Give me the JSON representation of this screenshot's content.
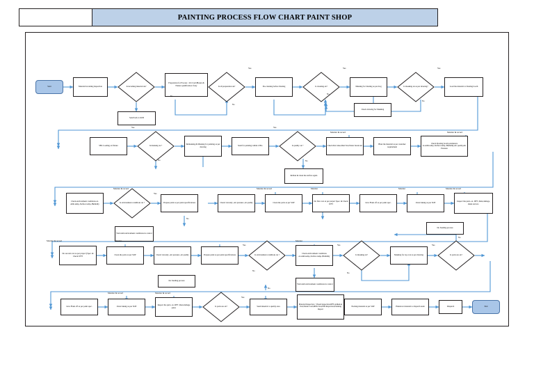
{
  "header": {
    "left_box": "",
    "title": "PAINTING PROCESS FLOW CHART PAINT SHOP"
  },
  "colors": {
    "title_bar": "#bdd1e8",
    "terminator_fill": "#a9c6e8",
    "terminator_border": "#4a74a8",
    "node_border": "#231f20",
    "connector": "#4f96d4",
    "page_border": "#231f20"
  },
  "chart_data": {
    "type": "flowchart",
    "title": "PAINTING PROCESS FLOW CHART PAINT SHOP",
    "nodes": [
      {
        "id": "n1",
        "shape": "terminator",
        "text": "Start"
      },
      {
        "id": "n2",
        "shape": "process",
        "text": "Material incoming inspection"
      },
      {
        "id": "n3",
        "shape": "decision",
        "text": "Is incoming material ok?"
      },
      {
        "id": "n4",
        "shape": "process",
        "text": "Send back to R/M"
      },
      {
        "id": "n5",
        "shape": "process",
        "text": "Preparation for Process : Job Card,Blaster & Painter qualification if any"
      },
      {
        "id": "n6",
        "shape": "decision",
        "text": "Is all preparation ok?"
      },
      {
        "id": "n7",
        "shape": "process",
        "text": "Pre-cleaning before blasting"
      },
      {
        "id": "n8",
        "shape": "decision",
        "text": "Is cleaning ok?"
      },
      {
        "id": "n9",
        "shape": "process",
        "text": "Masking for blasting as per dwg"
      },
      {
        "id": "n10",
        "shape": "process",
        "text": "Check drawing for Masking"
      },
      {
        "id": "n11",
        "shape": "decision",
        "text": "Is masking ok as per drawing?"
      },
      {
        "id": "n12",
        "shape": "process",
        "text": "Load the material to blasting booth"
      },
      {
        "id": "n13",
        "shape": "process",
        "text": "SBL Loading on fixture"
      },
      {
        "id": "n14",
        "shape": "decision",
        "text": "Is masking ok ?"
      },
      {
        "id": "n15",
        "shape": "process",
        "text": "Demasking & Masking for painting as per drawing"
      },
      {
        "id": "n16",
        "shape": "process",
        "text": "Send for painting within 2 Hrs."
      },
      {
        "id": "n17",
        "shape": "decision",
        "text": "Is quality ok ?"
      },
      {
        "id": "n18",
        "shape": "process",
        "text": "Reblast & clean the surface again"
      },
      {
        "id": "n19",
        "shape": "process",
        "text": "Check RA value,Dust Test,Water break test"
      },
      {
        "id": "n20",
        "shape": "process",
        "text": "Blast the material as per customer requirement"
      },
      {
        "id": "n21",
        "shape": "process",
        "text": "Check blasting booth parameters ex.Amb.temp.,Surface temp.,Humidity,Air quality,Air Pressure"
      },
      {
        "id": "n22",
        "shape": "process",
        "text": "Check environment conditions ex. Amb.temp.,Surface temp.,Humidity"
      },
      {
        "id": "n23",
        "shape": "decision",
        "text": "Is environment conditions ok ?"
      },
      {
        "id": "n24",
        "shape": "process",
        "text": "Wait until environment conditions in control"
      },
      {
        "id": "n25",
        "shape": "process",
        "text": "Prepare paint as per paint specifications"
      },
      {
        "id": "n26",
        "shape": "process",
        "text": "Check viscosity ,Air pressure ,air quality"
      },
      {
        "id": "n27",
        "shape": "process",
        "text": "Clean the parts as per SOP"
      },
      {
        "id": "n28",
        "shape": "process",
        "text": "Do first coat as per project Spec. & Check WFT"
      },
      {
        "id": "n29",
        "shape": "process",
        "text": "Give Flash off as per paint spec."
      },
      {
        "id": "n30",
        "shape": "process",
        "text": "Oven baking as per SOP"
      },
      {
        "id": "n31",
        "shape": "process",
        "text": "Inspect the parts. ex. DFT ,Dent,damage, shade and etc."
      },
      {
        "id": "n32",
        "shape": "process",
        "text": "Do second coat as per project (Spec. & Check WFT"
      },
      {
        "id": "n33",
        "shape": "process",
        "text": "Clean the parts as per SOP"
      },
      {
        "id": "n34",
        "shape": "process",
        "text": "Check viscosity ,Air pressure ,air quality"
      },
      {
        "id": "n35",
        "shape": "process",
        "text": "Prepare paint as per paint specifications"
      },
      {
        "id": "n36",
        "shape": "decision",
        "text": "Is environment conditions ok ?"
      },
      {
        "id": "n37",
        "shape": "process",
        "text": "Check environment conditions ex.Amb.temp.,Surface temp.,Humidity"
      },
      {
        "id": "n38",
        "shape": "decision",
        "text": "Is masking ok?"
      },
      {
        "id": "n39",
        "shape": "process",
        "text": "Masking for top coat as per drawing"
      },
      {
        "id": "n40",
        "shape": "decision",
        "text": "Is parts are ok?"
      },
      {
        "id": "n41",
        "shape": "process",
        "text": "Do Sanding process"
      },
      {
        "id": "n42",
        "shape": "process",
        "text": "Wait until environment conditions in control"
      },
      {
        "id": "n43",
        "shape": "process",
        "text": "Give Flash off as per paint spec."
      },
      {
        "id": "n44",
        "shape": "process",
        "text": "Oven baking as per SOP"
      },
      {
        "id": "n45",
        "shape": "process",
        "text": "Inspect the parts. ex. DFT ,Dent,damage paint."
      },
      {
        "id": "n46",
        "shape": "decision",
        "text": "Is parts are ok?"
      },
      {
        "id": "n47",
        "shape": "process",
        "text": "Do Sanding process"
      },
      {
        "id": "n48",
        "shape": "process",
        "text": "Send material to quality area"
      },
      {
        "id": "n49",
        "shape": "process",
        "text": "Material Inspection : Visual inspection,DFT,Adhesion Test,Shade Card,MEK Test,PDI Inspection,Painting Report"
      },
      {
        "id": "n50",
        "shape": "process",
        "text": "Packing material as per SOP"
      },
      {
        "id": "n51",
        "shape": "process",
        "text": "Handover material to dispatch team"
      },
      {
        "id": "n52",
        "shape": "process",
        "text": "Dispatch"
      },
      {
        "id": "n53",
        "shape": "terminator",
        "text": "End"
      }
    ],
    "annotations": [
      {
        "id": "a1",
        "text": "Monitor & record"
      },
      {
        "id": "a2",
        "text": "Monitor & record"
      },
      {
        "id": "a3",
        "text": "Monitor & record"
      },
      {
        "id": "a4",
        "text": "Monitor & record"
      },
      {
        "id": "a5",
        "text": "Monitor"
      },
      {
        "id": "a6",
        "text": "Monitor"
      },
      {
        "id": "a7",
        "text": "Monitor & record"
      },
      {
        "id": "a8",
        "text": "Monitor & record"
      },
      {
        "id": "a9",
        "text": "Monitor"
      },
      {
        "id": "a10",
        "text": "Monitor"
      },
      {
        "id": "a11",
        "text": "Monitor & record"
      },
      {
        "id": "a12",
        "text": "Monitor & record"
      },
      {
        "id": "a13",
        "text": "Monitor & record"
      },
      {
        "id": "a14",
        "text": "Monitor & record"
      }
    ],
    "edge_labels": [
      {
        "id": "e1",
        "text": "No"
      },
      {
        "id": "e2",
        "text": "Yes"
      },
      {
        "id": "e3",
        "text": "No"
      },
      {
        "id": "e4",
        "text": "Yes"
      },
      {
        "id": "e5",
        "text": "No"
      },
      {
        "id": "e6",
        "text": "Yes"
      },
      {
        "id": "e7",
        "text": "No"
      },
      {
        "id": "e8",
        "text": "Yes"
      },
      {
        "id": "e9",
        "text": "No"
      },
      {
        "id": "e10",
        "text": "Yes"
      },
      {
        "id": "e11",
        "text": "No"
      },
      {
        "id": "e12",
        "text": "Yes"
      },
      {
        "id": "e13",
        "text": "No"
      },
      {
        "id": "e14",
        "text": "Yes"
      },
      {
        "id": "e15",
        "text": "No"
      },
      {
        "id": "e16",
        "text": "Yes"
      },
      {
        "id": "e17",
        "text": "No"
      },
      {
        "id": "e18",
        "text": "Yes"
      },
      {
        "id": "e19",
        "text": "No"
      },
      {
        "id": "e20",
        "text": "Yes"
      },
      {
        "id": "e21",
        "text": "No"
      }
    ]
  }
}
